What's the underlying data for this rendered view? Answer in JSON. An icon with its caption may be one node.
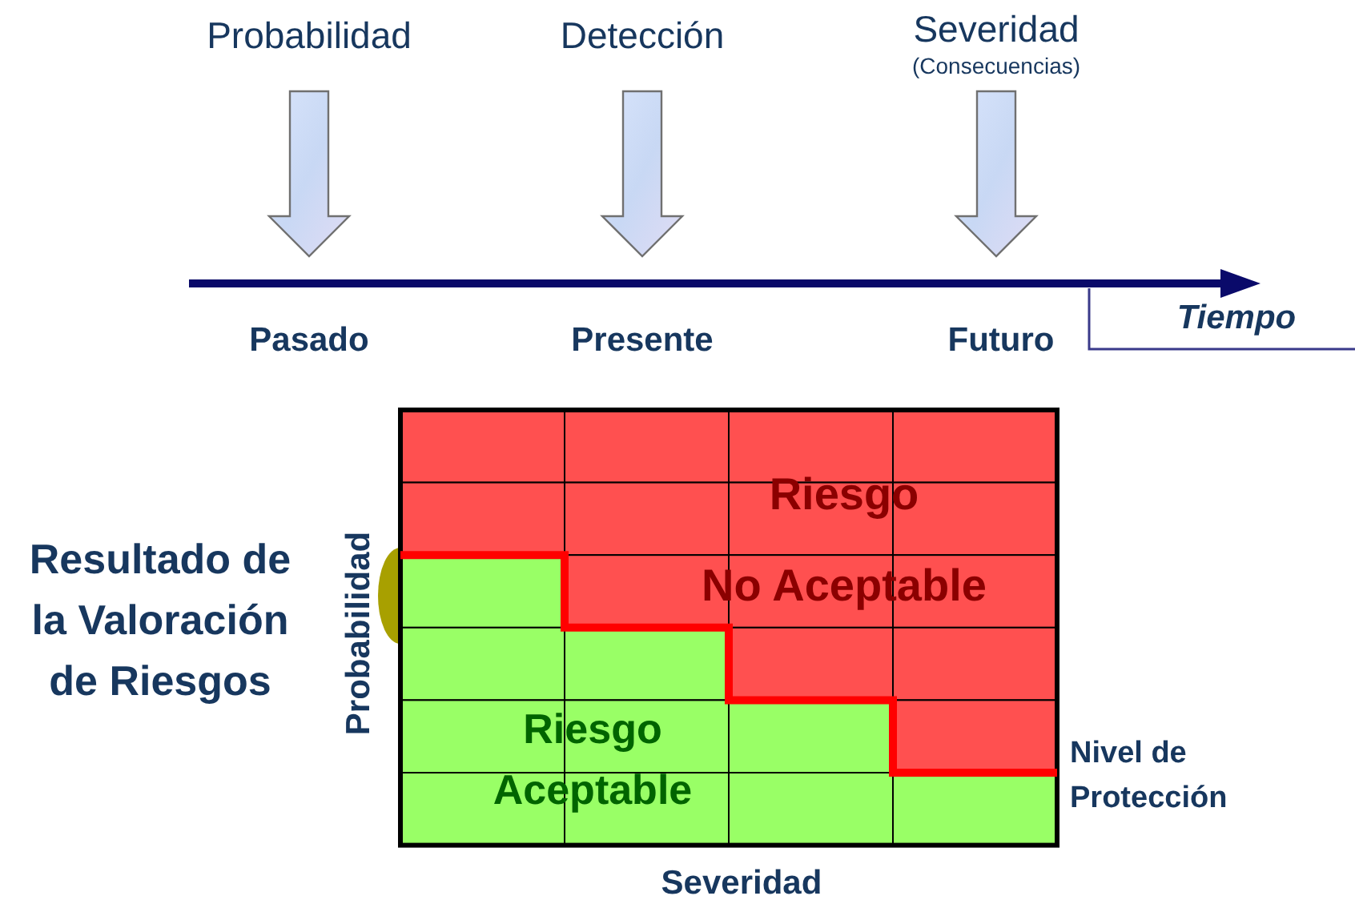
{
  "diagram": {
    "nodes": [
      {
        "text": [
          "Probabilidad"
        ]
      },
      {
        "text": [
          "Detección"
        ]
      },
      {
        "text": [
          "Severidad",
          "(Consecuencias)"
        ]
      }
    ],
    "edges": [
      {
        "from": 0,
        "to": null,
        "arrow": "to"
      },
      {
        "from": 1,
        "to": null,
        "arrow": "to"
      },
      {
        "from": 2,
        "to": null,
        "arrow": "to"
      }
    ],
    "labels": [
      "Pasado",
      "Presente",
      "Futuro",
      "Tiempo",
      "Riesgo",
      "No Aceptable",
      "Resultado de la Valoración de Riesgos",
      "Probabilidad",
      "Riesgo Aceptable",
      "Nivel de Protección",
      "Severidad"
    ]
  }
}
